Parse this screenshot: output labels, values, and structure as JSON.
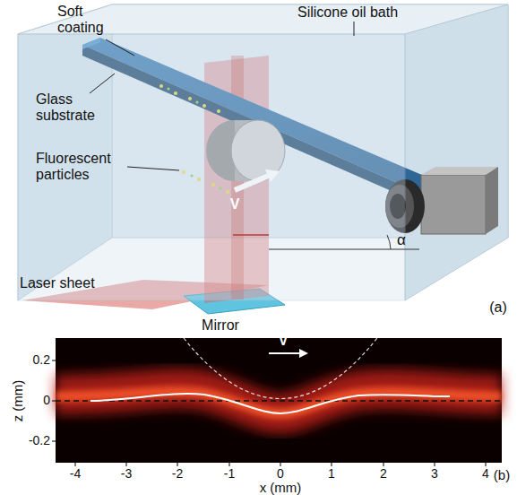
{
  "diagram": {
    "labels": [
      "Soft coating",
      "Silicone oil bath",
      "Glass substrate",
      "Fluorescent particles",
      "V",
      "α",
      "Laser sheet",
      "Mirror",
      "(a)",
      "V",
      "z (mm)",
      "0.2",
      "0",
      "-0.2",
      "-4",
      "-3",
      "-2",
      "-1",
      "0",
      "1",
      "2",
      "3",
      "4",
      "x (mm)",
      "(b)"
    ]
  }
}
